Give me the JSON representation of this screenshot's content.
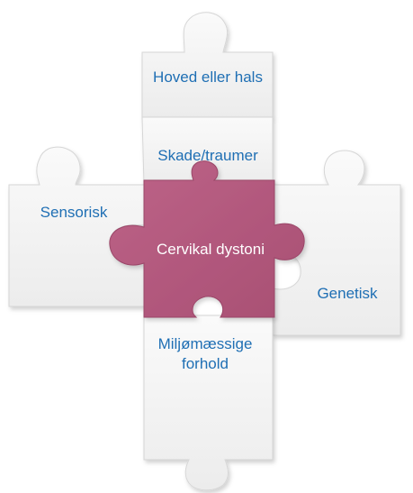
{
  "diagram": {
    "center_label": "Cervikal dystoni",
    "top_label": "Hoved eller hals",
    "upper_label": "Skade/traumer",
    "left_label": "Sensorisk",
    "right_label": "Genetisk",
    "bottom_label_line1": "Miljømæssige",
    "bottom_label_line2": "forhold"
  },
  "colors": {
    "label": "#1f6fb4",
    "center_fill": "#b2587c",
    "center_label": "#ffffff",
    "piece_fill": "#f4f4f4",
    "piece_edge": "#d6d6d6"
  }
}
